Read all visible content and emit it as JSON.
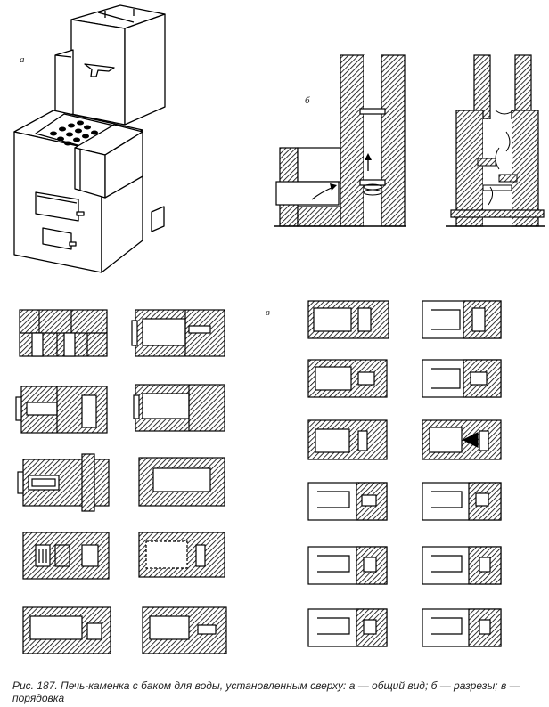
{
  "labels": {
    "a": "а",
    "b": "б",
    "v": "в"
  },
  "caption": "Рис. 187. Печь-каменка с баком для воды, установленным сверху: а — общий вид; б — разрезы; в — порядовка"
}
